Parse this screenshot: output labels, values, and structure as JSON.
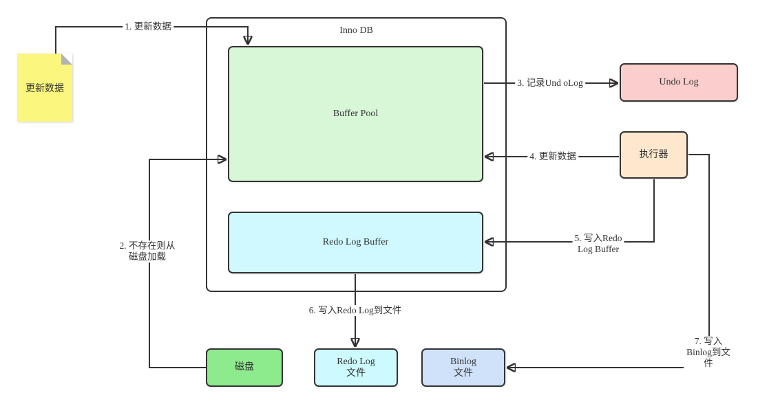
{
  "diagram": {
    "container": {
      "label": "Inno DB"
    },
    "nodes": {
      "note": {
        "label": "更新数据",
        "fill": "#faf67e"
      },
      "buffer_pool": {
        "label": "Buffer Pool",
        "fill": "#d7f7d7"
      },
      "redo_log_buffer": {
        "label": "Redo Log Buffer",
        "fill": "#cff9ff"
      },
      "undo_log": {
        "label": "Undo Log",
        "fill": "#f9cecc"
      },
      "executor": {
        "label": "执行器",
        "fill": "#fde8cd"
      },
      "disk": {
        "label": "磁盘",
        "fill": "#8deb8d"
      },
      "redo_log_file": {
        "label": "Redo Log\n文件",
        "fill": "#cdfaff"
      },
      "binlog_file": {
        "label": "Binlog\n文件",
        "fill": "#cfe2f9"
      }
    },
    "edges": {
      "e1": {
        "label": "1. 更新数据",
        "from": "note",
        "to": "buffer_pool"
      },
      "e2": {
        "label": "2. 不存在则从\n磁盘加载",
        "from": "disk",
        "to": "buffer_pool"
      },
      "e3": {
        "label": "3. 记录Und oLog",
        "from": "buffer_pool",
        "to": "undo_log"
      },
      "e4": {
        "label": "4. 更新数据",
        "from": "executor",
        "to": "buffer_pool"
      },
      "e5": {
        "label": "5. 写入Redo\nLog Buffer",
        "from": "executor",
        "to": "redo_log_buffer"
      },
      "e6": {
        "label": "6. 写入Redo Log到文件",
        "from": "redo_log_buffer",
        "to": "redo_log_file"
      },
      "e7": {
        "label": "7. 写入Binlog到文件",
        "from": "executor",
        "to": "binlog_file"
      }
    },
    "colors": {
      "line": "#333333",
      "border": "#333333",
      "text": "#333333",
      "note_fold": "#b3b3b3",
      "background": "#ffffff"
    }
  }
}
